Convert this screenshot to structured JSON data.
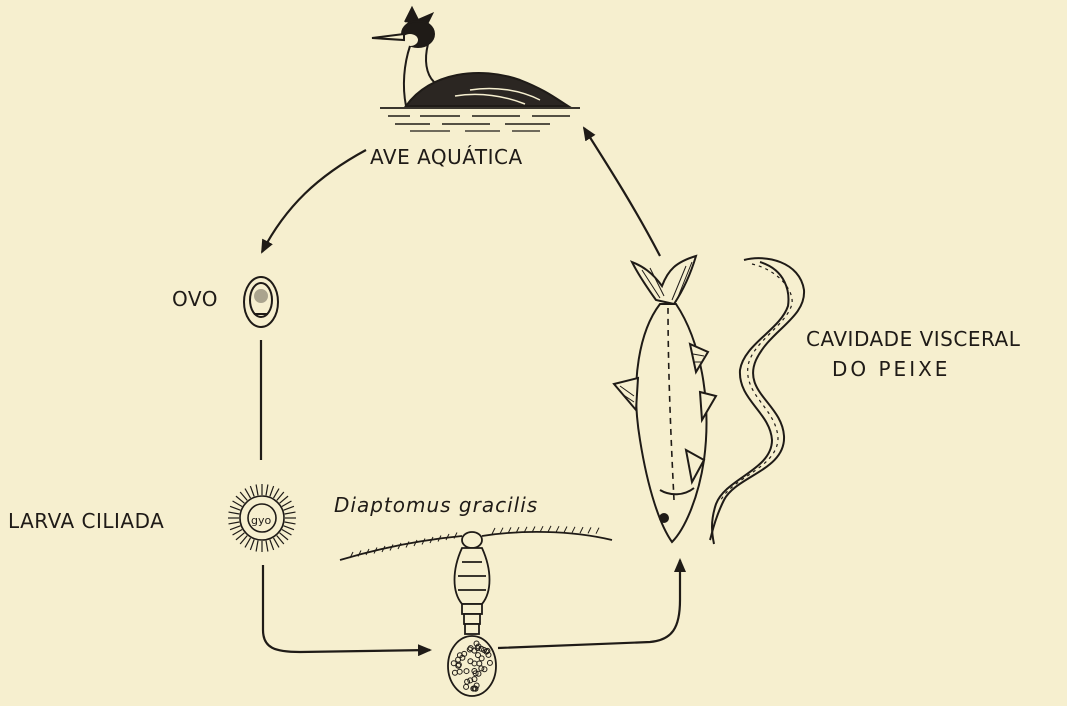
{
  "labels": {
    "bird": "AVE AQUÁTICA",
    "egg": "OVO",
    "larva": "LARVA CILIADA",
    "copepod": "Diaptomus gracilis",
    "fish_line1": "CAVIDADE VISCERAL",
    "fish_line2": "DO PEIXE"
  },
  "colors": {
    "paper": "#f6efcf",
    "ink": "#1f1b17"
  }
}
